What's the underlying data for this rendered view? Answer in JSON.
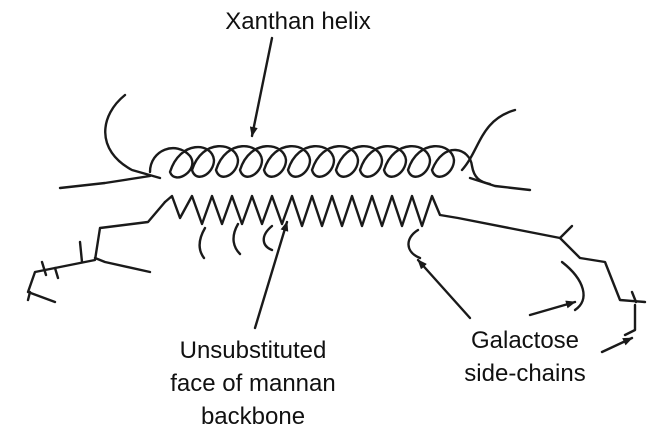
{
  "labels": {
    "xanthan_helix": "Xanthan helix",
    "mannan_line1": "Unsubstituted",
    "mannan_line2": "face of mannan",
    "mannan_line3": "backbone",
    "galactose_line1": "Galactose",
    "galactose_line2": "side-chains"
  }
}
